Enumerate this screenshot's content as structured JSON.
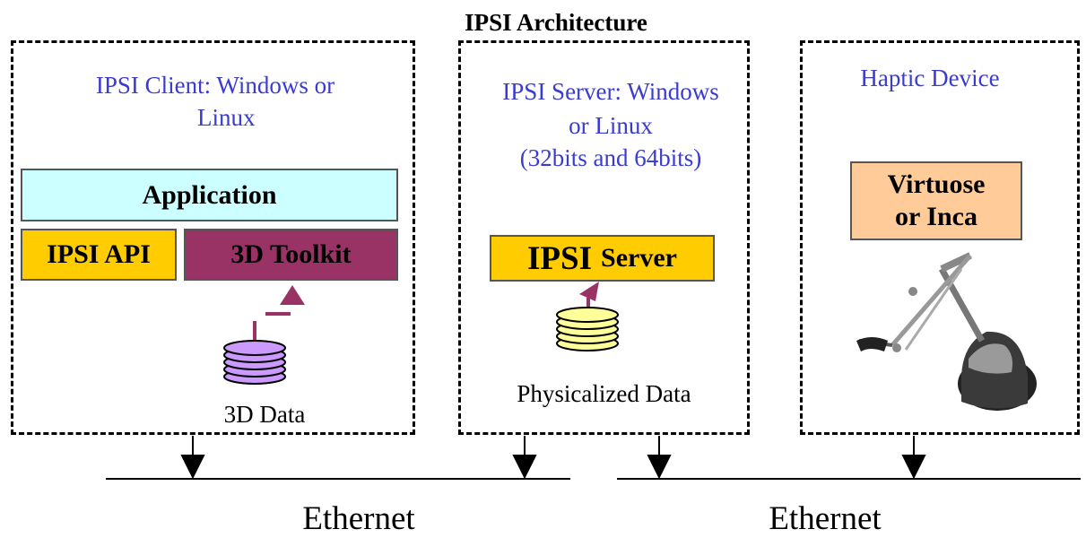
{
  "title": "IPSI Architecture",
  "client": {
    "heading_line1": "IPSI Client: Windows or",
    "heading_line2": "Linux",
    "application": "Application",
    "api": "IPSI API",
    "toolkit": "3D Toolkit",
    "data_label": "3D Data"
  },
  "server": {
    "heading_line1": "IPSI Server: Windows",
    "heading_line2": "or Linux",
    "heading_line3": "(32bits and 64bits)",
    "box_word1": "IPSI",
    "box_word2": "Server",
    "data_label": "Physicalized Data"
  },
  "haptic": {
    "heading": "Haptic Device",
    "box_line1": "Virtuose",
    "box_line2": "or Inca"
  },
  "network": {
    "left_label": "Ethernet",
    "right_label": "Ethernet"
  },
  "colors": {
    "heading_blue": "#3b3bd0",
    "application_bg": "#ccffff",
    "ipsi_yellow": "#ffcc00",
    "toolkit_maroon": "#993366",
    "virtuose_peach": "#ffcc99",
    "disk_purple": "#cc99ff",
    "disk_yellow": "#ffff99"
  }
}
